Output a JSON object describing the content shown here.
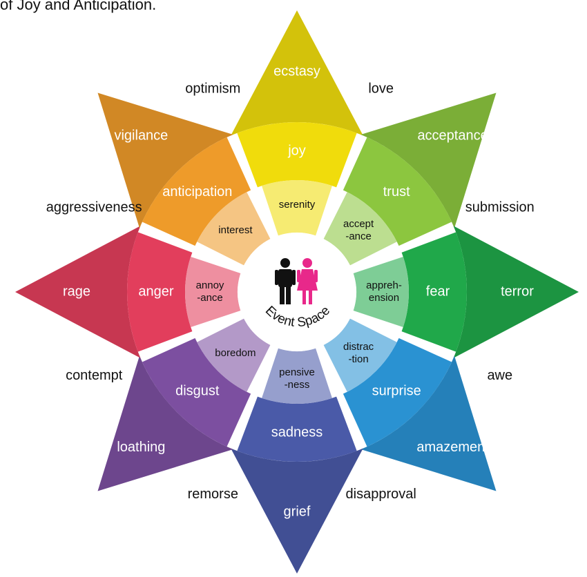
{
  "caption": "of Joy and Anticipation.",
  "center_label": "Event Space",
  "colors": {
    "joy": "#f0dc0c",
    "trust": "#8cc63f",
    "fear": "#20a84a",
    "surprise": "#2a92d2",
    "sadness": "#4a5aa8",
    "disgust": "#7c4fa0",
    "anger": "#e23e5c",
    "anticipation": "#ee9b2a",
    "center_fill": "#ffffff",
    "figure_male": "#111111",
    "figure_female": "#e8288a"
  },
  "petals": [
    {
      "key": "joy",
      "outer": "ecstasy",
      "middle": "joy",
      "inner": [
        "serenity"
      ]
    },
    {
      "key": "trust",
      "outer": "acceptance",
      "middle": "trust",
      "inner": [
        "accept",
        "-ance"
      ]
    },
    {
      "key": "fear",
      "outer": "terror",
      "middle": "fear",
      "inner": [
        "appreh-",
        "ension"
      ]
    },
    {
      "key": "surprise",
      "outer": "amazement",
      "middle": "surprise",
      "inner": [
        "distrac",
        "-tion"
      ]
    },
    {
      "key": "sadness",
      "outer": "grief",
      "middle": "sadness",
      "inner": [
        "pensive",
        "-ness"
      ]
    },
    {
      "key": "disgust",
      "outer": "loathing",
      "middle": "disgust",
      "inner": [
        "boredom"
      ]
    },
    {
      "key": "anger",
      "outer": "rage",
      "middle": "anger",
      "inner": [
        "annoy",
        "-ance"
      ]
    },
    {
      "key": "anticipation",
      "outer": "vigilance",
      "middle": "anticipation",
      "inner": [
        "interest"
      ]
    }
  ],
  "dyads": [
    "love",
    "submission",
    "awe",
    "disapproval",
    "remorse",
    "contempt",
    "aggressiveness",
    "optimism"
  ]
}
